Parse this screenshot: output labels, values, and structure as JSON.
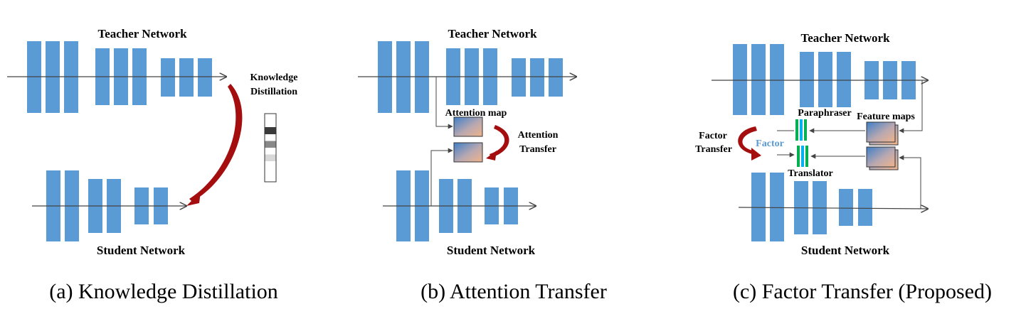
{
  "colors": {
    "layer": "#5b9bd5",
    "arrow_red": "#a50e0e",
    "line": "#444444",
    "para_green": "#00b050",
    "para_cyan": "#00b0f0",
    "map_orange": "#e8b08a"
  },
  "panels": {
    "a": {
      "teacher": "Teacher Network",
      "student": "Student Network",
      "kd_line1": "Knowledge",
      "kd_line2": "Distillation",
      "caption": "(a) Knowledge Distillation"
    },
    "b": {
      "teacher": "Teacher Network",
      "student": "Student Network",
      "attention_map": "Attention map",
      "at_line1": "Attention",
      "at_line2": "Transfer",
      "caption": "(b) Attention Transfer"
    },
    "c": {
      "teacher": "Teacher Network",
      "student": "Student Network",
      "paraphraser": "Paraphraser",
      "translator": "Translator",
      "feature_maps": "Feature maps",
      "factor": "Factor",
      "ft_line1": "Factor",
      "ft_line2": "Transfer",
      "caption": "(c) Factor Transfer (Proposed)"
    }
  }
}
